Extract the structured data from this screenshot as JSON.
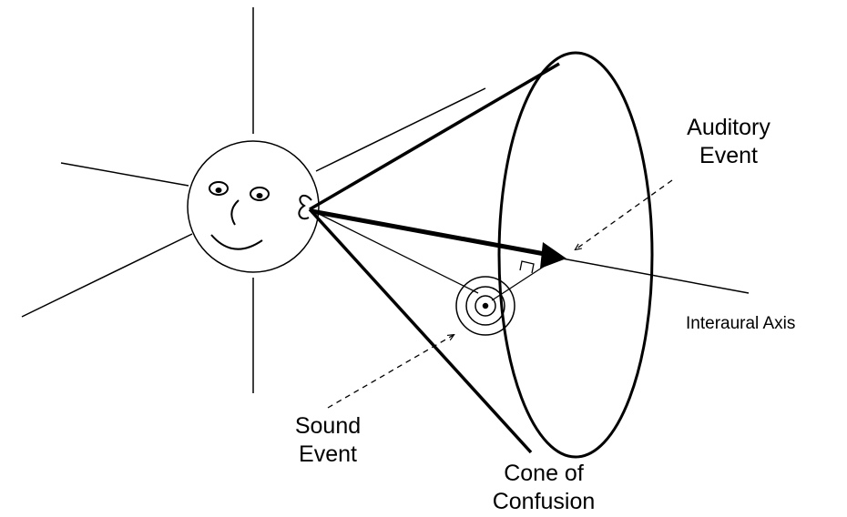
{
  "labels": {
    "auditory_event": {
      "line1": "Auditory",
      "line2": "Event"
    },
    "interaural_axis": "Interaural Axis",
    "sound_event": {
      "line1": "Sound",
      "line2": "Event"
    },
    "cone_of_confusion": {
      "line1": "Cone of",
      "line2": "Confusion"
    }
  },
  "colors": {
    "ink": "#000000",
    "background": "#ffffff"
  }
}
